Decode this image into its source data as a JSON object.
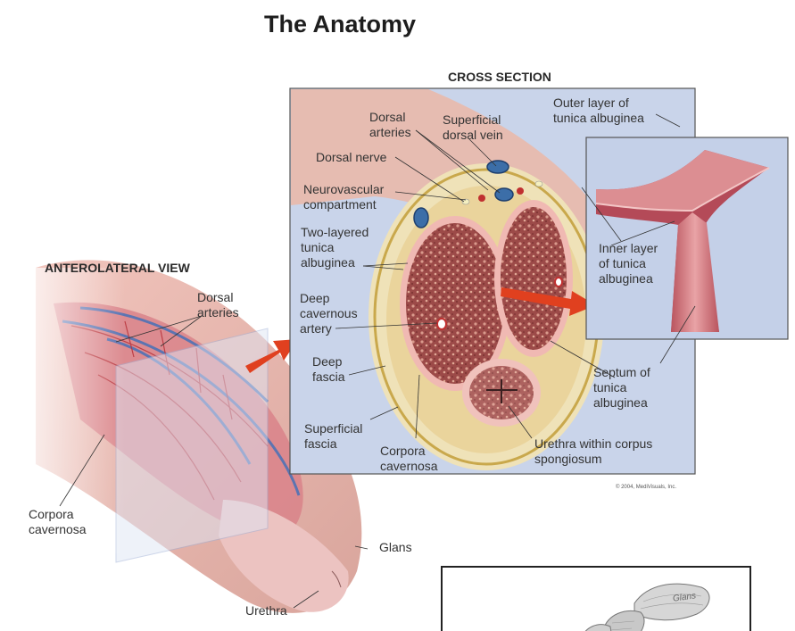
{
  "title": "The Anatomy",
  "headings": {
    "cross_section": "CROSS SECTION",
    "anterolateral_view": "ANTEROLATERAL VIEW"
  },
  "cross_section_labels": {
    "dorsal_arteries": [
      "Dorsal",
      "arteries"
    ],
    "superficial_dorsal_vein": [
      "Superficial",
      "dorsal vein"
    ],
    "outer_layer": [
      "Outer layer of",
      "tunica albuginea"
    ],
    "dorsal_nerve": [
      "Dorsal nerve"
    ],
    "neurovascular": [
      "Neurovascular",
      "compartment"
    ],
    "two_layered": [
      "Two-layered",
      "tunica",
      "albuginea"
    ],
    "deep_cavernous_artery": [
      "Deep",
      "cavernous",
      "artery"
    ],
    "deep_fascia": [
      "Deep",
      "fascia"
    ],
    "superficial_fascia": [
      "Superficial",
      "fascia"
    ],
    "corpora_cavernosa": [
      "Corpora",
      "cavernosa"
    ],
    "urethra_spongiosum": [
      "Urethra within corpus",
      "spongiosum"
    ],
    "inner_layer": [
      "Inner layer",
      "of tunica",
      "albuginea"
    ],
    "septum": [
      "Septum of",
      "tunica",
      "albuginea"
    ]
  },
  "anterolateral_labels": {
    "dorsal_arteries": [
      "Dorsal",
      "arteries"
    ],
    "corpora_cavernosa": [
      "Corpora",
      "cavernosa"
    ],
    "glans": [
      "Glans"
    ],
    "urethra": [
      "Urethra"
    ]
  },
  "credit": "© 2004, MediVisuals, Inc.",
  "bottom_figure_tag": "Glans",
  "colors": {
    "panel_bg": "#c9d4ea",
    "tissue_pink": "#c96a74",
    "tissue_light": "#e8a3a3",
    "fascia_yellow": "#e8d8a0",
    "arrow_red": "#e0401f",
    "vein_blue": "#3c6ea8"
  }
}
